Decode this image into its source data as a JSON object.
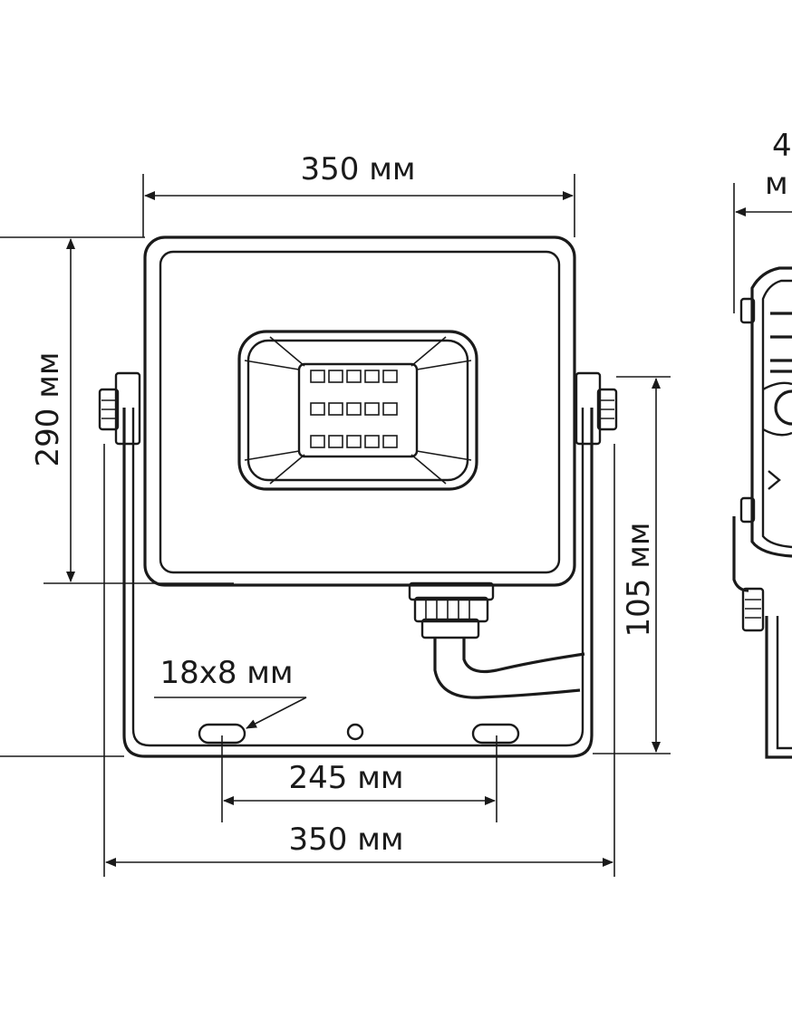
{
  "dimensions": {
    "top_width": "350 мм",
    "height": "290 мм",
    "bracket_height": "105 мм",
    "slot_size": "18x8 мм",
    "slot_spacing": "245 мм",
    "bottom_width": "350 мм",
    "depth_partial_top": "4",
    "depth_partial_bottom": "м"
  },
  "colors": {
    "line": "#1a1a1a",
    "background": "#ffffff"
  }
}
